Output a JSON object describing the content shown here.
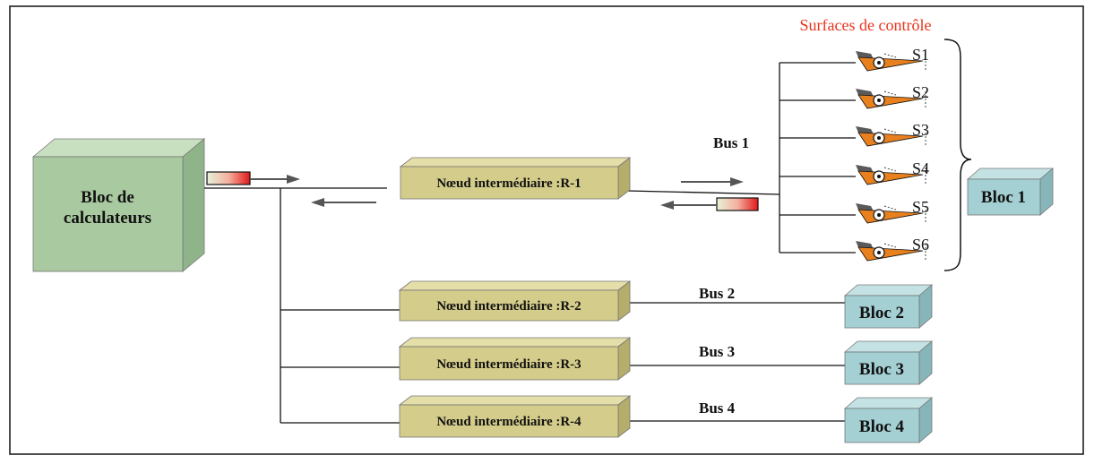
{
  "colors": {
    "calc_front": "#a9c9a0",
    "calc_top": "#c8dfc0",
    "calc_side": "#8fb489",
    "node_front": "#d4cc8a",
    "node_top": "#e4dea8",
    "node_side": "#b5ad6c",
    "bloc_front": "#a4cfd3",
    "bloc_top": "#c4e2e4",
    "bloc_side": "#86b6ba",
    "surface_orange": "#e8801e",
    "surface_grey": "#5a5a5a",
    "title_red": "#e8331c",
    "line": "#111111",
    "arrow": "#555555"
  },
  "diagram": {
    "calculator_block": {
      "line1": "Bloc de",
      "line2": "calculateurs"
    },
    "nodes": [
      {
        "label": "Nœud intermédiaire :R-1"
      },
      {
        "label": "Nœud intermédiaire :R-2"
      },
      {
        "label": "Nœud intermédiaire :R-3"
      },
      {
        "label": "Nœud intermédiaire :R-4"
      }
    ],
    "buses": [
      "Bus 1",
      "Bus 2",
      "Bus 3",
      "Bus 4"
    ],
    "blocs": [
      "Bloc 1",
      "Bloc 2",
      "Bloc 3",
      "Bloc 4"
    ],
    "surfaces_title": "Surfaces de contrôle",
    "surfaces": [
      "S1",
      "S2",
      "S3",
      "S4",
      "S5",
      "S6"
    ]
  }
}
